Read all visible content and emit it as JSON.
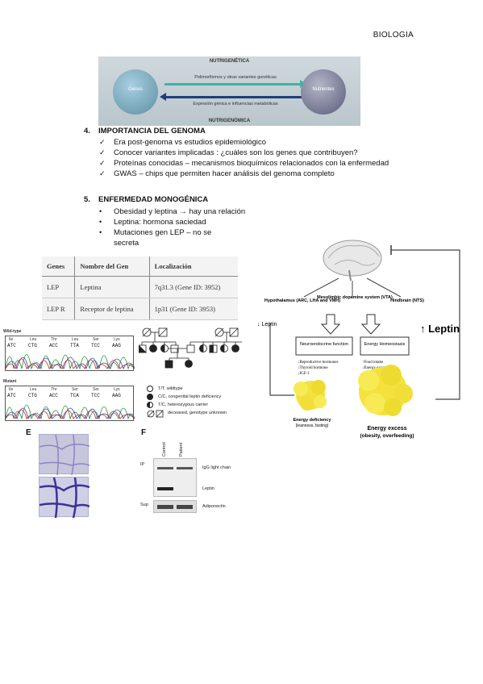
{
  "header": {
    "subject": "BIOLOGIA"
  },
  "nutri_figure": {
    "top_label": "NUTRIGENÉTICA",
    "bottom_label": "NUTRIGENÓMICA",
    "left_circle": "Genes",
    "right_circle": "Nutrientes",
    "arrow_right_text": "Polimorfismos y otras variantes genéticas",
    "arrow_left_text": "Expresión génica e influencias metabólicas",
    "colors": {
      "arrow_right": "#3fb3a7",
      "arrow_left": "#1f3f7a"
    }
  },
  "section4": {
    "number": "4.",
    "title": "IMPORTANCIA DEL GENOMA",
    "bullet_icon": "checkmark-icon",
    "items": [
      "Era post-genoma vs estudios epidemiológico",
      "Conocer variantes implicadas : ¿cuáles son los genes que contribuyen?",
      "Proteínas conocidas – mecanismos bioquímicos relacionados con la enfermedad",
      "GWAS – chips que permiten hacer análisis del genoma completo"
    ]
  },
  "section5": {
    "number": "5.",
    "title": "ENFERMEDAD MONOGÉNICA",
    "bullet_icon": "bullet-dot-icon",
    "items": [
      "Obesidad y leptina → hay una relación",
      "Leptina: hormona saciedad",
      "Mutaciones gen LEP – no se secreta"
    ]
  },
  "gene_table": {
    "headers": [
      "Genes",
      "Nombre del Gen",
      "Localización"
    ],
    "rows": [
      [
        "LEP",
        "Leptina",
        "7q31.3 (Gene ID: 3952)"
      ],
      [
        "LEP R",
        "Receptor de leptina",
        "1p31 (Gene ID: 3953)"
      ]
    ]
  },
  "brain_diagram": {
    "regions": [
      "Hypothalamus (ARC, LHA and VMH)",
      "Mesolimbic dopamine system (VTA)",
      "Hindbrain (NTS)"
    ],
    "boxes": [
      "Neuroendocrine function",
      "Energy Homeostasis"
    ],
    "neuro_effects": [
      "↓Reproductive hormones",
      "↓Thyroid hormone",
      "↓IGF-1"
    ],
    "energy_effects": [
      "↑Food intake",
      "↓Energy expenditure"
    ],
    "left_label": "↓ Leptin",
    "right_label": "↑ Leptin",
    "deficiency_label": "Energy deficiency",
    "deficiency_sub": "(leanness, fasting)",
    "excess_label": "Energy excess",
    "excess_sub": "(obesity, overfeeding)"
  },
  "sequencing": {
    "wildtype_label": "Wild-type",
    "mutant_label": "Mutant",
    "amino_acids_wt": [
      "Ile",
      "Leu",
      "Thr",
      "Leu",
      "Ser",
      "Lys"
    ],
    "codons_wt": [
      "ATC",
      "CTG",
      "ACC",
      "TTA",
      "TCC",
      "AAG"
    ],
    "amino_acids_mut": [
      "Ile",
      "Leu",
      "Thr",
      "Ser",
      "Ser",
      "Lys"
    ],
    "codons_mut": [
      "ATC",
      "CTG",
      "ACC",
      "TCA",
      "TCC",
      "AAG"
    ]
  },
  "pedigree_legend": [
    "T/T, wildtype",
    "C/C, congenital leptin deficiency",
    "T/C, heterozygous carrier",
    "deceased, genotype unknown"
  ],
  "panel_e": {
    "letter": "E"
  },
  "panel_f": {
    "letter": "F",
    "col_labels": [
      "Control",
      "Patient"
    ],
    "row_labels": [
      "IP",
      "Sup"
    ],
    "band_labels": [
      "IgG light chain",
      "Leptin",
      "Adiponectin"
    ]
  }
}
